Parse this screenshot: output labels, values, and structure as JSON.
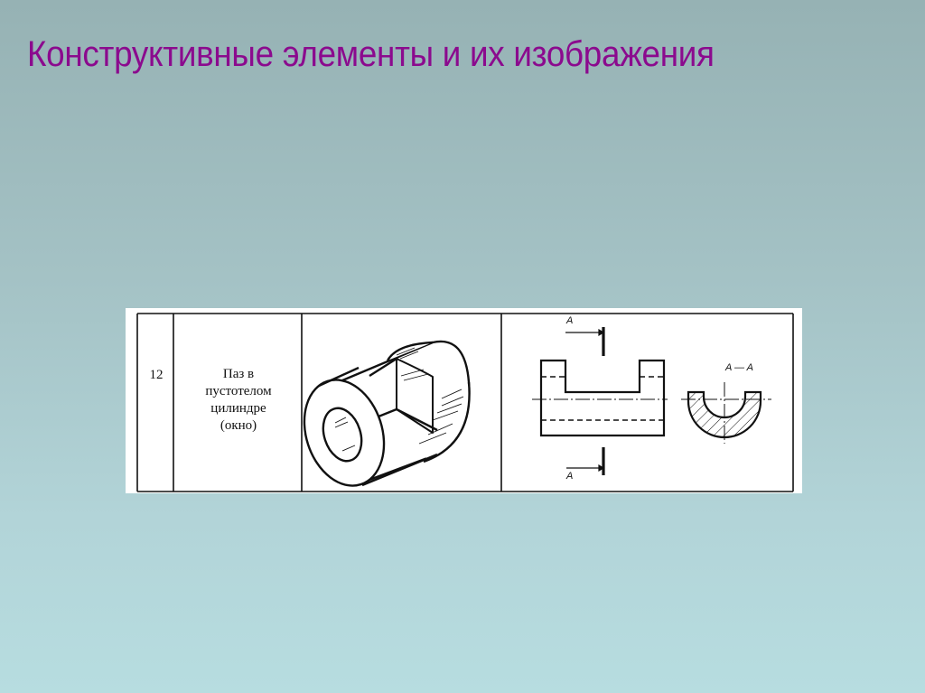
{
  "slide": {
    "title": "Конструктивные элементы и их изображения",
    "colors": {
      "title": "#8b0a8e",
      "background_top": "#96b2b4",
      "background_bottom": "#b7dde0"
    }
  },
  "table_row": {
    "number": "12",
    "description_lines": [
      "Паз в",
      "пустотелом",
      "цилиндре",
      "(окно)"
    ],
    "isometric_view": "hollow-cylinder-with-window-slot",
    "drawing": {
      "section_label_top": "A",
      "section_label_bottom": "A",
      "section_title": "A — A"
    }
  }
}
